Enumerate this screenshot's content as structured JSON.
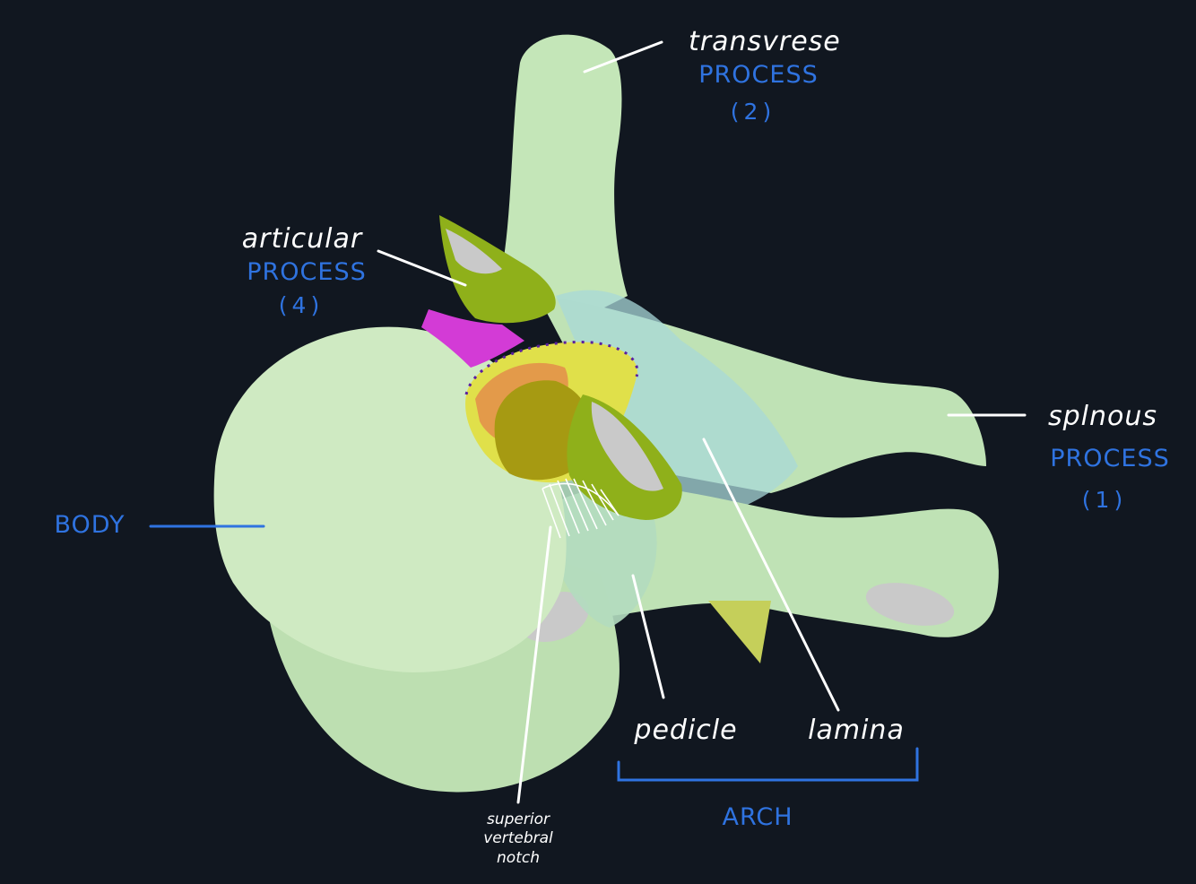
{
  "labels": {
    "transverse": {
      "name": "transvrese",
      "kind": "PROCESS",
      "number": "(2)"
    },
    "articular": {
      "name": "articular",
      "kind": "PROCESS",
      "number": "(4)"
    },
    "spinous": {
      "name": "splnous",
      "kind": "PROCESS",
      "number": "(1)"
    },
    "body": {
      "name": "BODY"
    },
    "pedicle": {
      "name": "pedicle"
    },
    "lamina": {
      "name": "lamina"
    },
    "arch": {
      "name": "ARCH"
    },
    "notch": {
      "line1": "superior",
      "line2": "vertebral",
      "line3": "notch"
    }
  },
  "colors": {
    "background": "#111720",
    "bone": "#c4e6b8",
    "bone_light": "#cfeac2",
    "bone_shadow": "#a9cf9e",
    "lamina_tint": "#a8d8d8",
    "articular": "#8fb01a",
    "articular_dark": "#6e8c10",
    "facet": "#c9c9c9",
    "magenta": "#d33bd6",
    "canal_yellow": "#e0e04a",
    "canal_orange": "#e39a4a",
    "canal_olive": "#a69a12",
    "line_white": "#ffffff",
    "line_blue": "#2f73e0",
    "text_blue": "#2f73e0"
  }
}
